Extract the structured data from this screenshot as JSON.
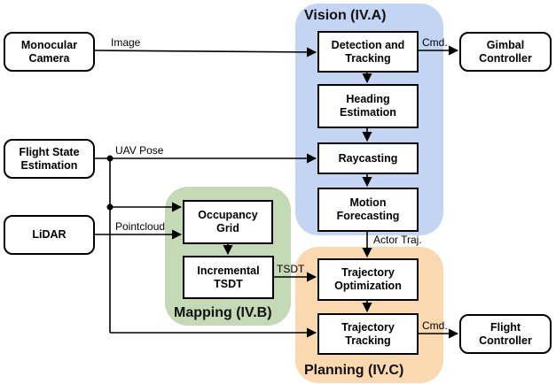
{
  "regions": {
    "vision": {
      "title": "Vision (IV.A)",
      "color": "#c3d5f2"
    },
    "mapping": {
      "title": "Mapping (IV.B)",
      "color": "#c4d9b5"
    },
    "planning": {
      "title": "Planning (IV.C)",
      "color": "#fad8b0"
    }
  },
  "nodes": {
    "monocular_camera": "Monocular\nCamera",
    "flight_state": "Flight State\nEstimation",
    "lidar": "LiDAR",
    "detection": "Detection and\nTracking",
    "heading": "Heading\nEstimation",
    "raycasting": "Raycasting",
    "motion": "Motion\nForecasting",
    "occupancy": "Occupancy\nGrid",
    "tsdt": "Incremental\nTSDT",
    "traj_opt": "Trajectory\nOptimization",
    "traj_track": "Trajectory\nTracking",
    "gimbal": "Gimbal\nController",
    "flight_controller": "Flight\nController"
  },
  "edge_labels": {
    "image": "Image",
    "uav_pose": "UAV Pose",
    "pointcloud": "Pointcloud",
    "tsdt": "TSDT",
    "actor_traj": "Actor Traj.",
    "cmd_gimbal": "Cmd.",
    "cmd_flight": "Cmd."
  }
}
